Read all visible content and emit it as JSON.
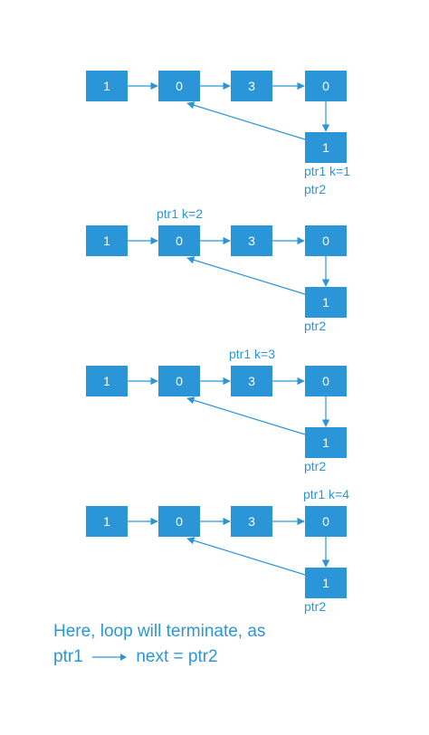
{
  "colors": {
    "node_fill": "#2a96d8",
    "node_text": "#ffffff",
    "label_text": "#2a96d8",
    "edge": "#2a96d8"
  },
  "panels": [
    {
      "nodes": [
        "1",
        "0",
        "3",
        "0",
        "1"
      ],
      "labels": [
        {
          "text": "ptr1  k=1",
          "anchor": "below-tail"
        },
        {
          "text": "ptr2",
          "anchor": "below-tail-2"
        }
      ]
    },
    {
      "nodes": [
        "1",
        "0",
        "3",
        "0",
        "1"
      ],
      "labels": [
        {
          "text": "ptr1  k=2",
          "anchor": "above-node-2"
        },
        {
          "text": "ptr2",
          "anchor": "below-tail"
        }
      ]
    },
    {
      "nodes": [
        "1",
        "0",
        "3",
        "0",
        "1"
      ],
      "labels": [
        {
          "text": "ptr1  k=3",
          "anchor": "above-node-3"
        },
        {
          "text": "ptr2",
          "anchor": "below-tail"
        }
      ]
    },
    {
      "nodes": [
        "1",
        "0",
        "3",
        "0",
        "1"
      ],
      "labels": [
        {
          "text": "ptr1  k=4",
          "anchor": "above-node-4"
        },
        {
          "text": "ptr2",
          "anchor": "below-tail"
        }
      ]
    }
  ],
  "caption": {
    "line1": "Here, loop will terminate, as",
    "line2_left": "ptr1",
    "line2_right": "next = ptr2"
  }
}
